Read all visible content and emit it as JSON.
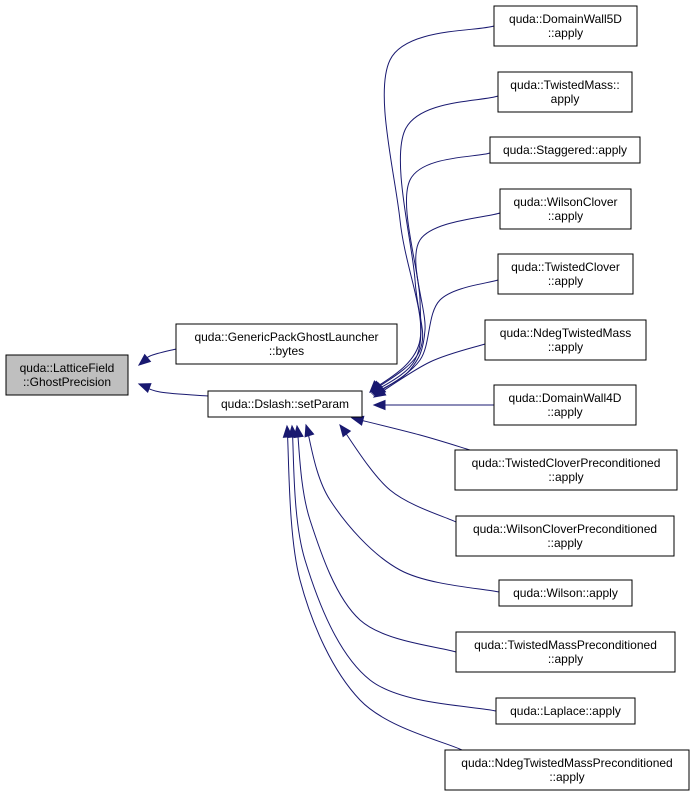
{
  "colors": {
    "edge": "#191970",
    "root_fill": "#bfbfbf",
    "node_fill": "#ffffff",
    "border": "#000000"
  },
  "nodes": [
    {
      "id": "ghost-precision",
      "lines": [
        "quda::LatticeField",
        "::GhostPrecision"
      ],
      "root": true
    },
    {
      "id": "generic-pack-ghost-launcher-bytes",
      "lines": [
        "quda::GenericPackGhostLauncher",
        "::bytes"
      ]
    },
    {
      "id": "dslash-setparam",
      "lines": [
        "quda::Dslash::setParam"
      ]
    },
    {
      "id": "domainwall5d-apply",
      "lines": [
        "quda::DomainWall5D",
        "::apply"
      ]
    },
    {
      "id": "twistedmass-apply",
      "lines": [
        "quda::TwistedMass::",
        "apply"
      ]
    },
    {
      "id": "staggered-apply",
      "lines": [
        "quda::Staggered::apply"
      ]
    },
    {
      "id": "wilsonclover-apply",
      "lines": [
        "quda::WilsonClover",
        "::apply"
      ]
    },
    {
      "id": "twistedclover-apply",
      "lines": [
        "quda::TwistedClover",
        "::apply"
      ]
    },
    {
      "id": "ndegtwistedmass-apply",
      "lines": [
        "quda::NdegTwistedMass",
        "::apply"
      ]
    },
    {
      "id": "domainwall4d-apply",
      "lines": [
        "quda::DomainWall4D",
        "::apply"
      ]
    },
    {
      "id": "twistedcloverpreconditioned-apply",
      "lines": [
        "quda::TwistedCloverPreconditioned",
        "::apply"
      ]
    },
    {
      "id": "wilsoncloverpreconditioned-apply",
      "lines": [
        "quda::WilsonCloverPreconditioned",
        "::apply"
      ]
    },
    {
      "id": "wilson-apply",
      "lines": [
        "quda::Wilson::apply"
      ]
    },
    {
      "id": "twistedmasspreconditioned-apply",
      "lines": [
        "quda::TwistedMassPreconditioned",
        "::apply"
      ]
    },
    {
      "id": "laplace-apply",
      "lines": [
        "quda::Laplace::apply"
      ]
    },
    {
      "id": "ndegtwistedmasspreconditioned-apply",
      "lines": [
        "quda::NdegTwistedMassPreconditioned",
        "::apply"
      ]
    }
  ],
  "edges": [
    {
      "from": "generic-pack-ghost-launcher-bytes",
      "to": "ghost-precision"
    },
    {
      "from": "dslash-setparam",
      "to": "ghost-precision"
    },
    {
      "from": "domainwall5d-apply",
      "to": "dslash-setparam"
    },
    {
      "from": "twistedmass-apply",
      "to": "dslash-setparam"
    },
    {
      "from": "staggered-apply",
      "to": "dslash-setparam"
    },
    {
      "from": "wilsonclover-apply",
      "to": "dslash-setparam"
    },
    {
      "from": "twistedclover-apply",
      "to": "dslash-setparam"
    },
    {
      "from": "ndegtwistedmass-apply",
      "to": "dslash-setparam"
    },
    {
      "from": "domainwall4d-apply",
      "to": "dslash-setparam"
    },
    {
      "from": "twistedcloverpreconditioned-apply",
      "to": "dslash-setparam"
    },
    {
      "from": "wilsoncloverpreconditioned-apply",
      "to": "dslash-setparam"
    },
    {
      "from": "wilson-apply",
      "to": "dslash-setparam"
    },
    {
      "from": "twistedmasspreconditioned-apply",
      "to": "dslash-setparam"
    },
    {
      "from": "laplace-apply",
      "to": "dslash-setparam"
    },
    {
      "from": "ndegtwistedmasspreconditioned-apply",
      "to": "dslash-setparam"
    }
  ]
}
